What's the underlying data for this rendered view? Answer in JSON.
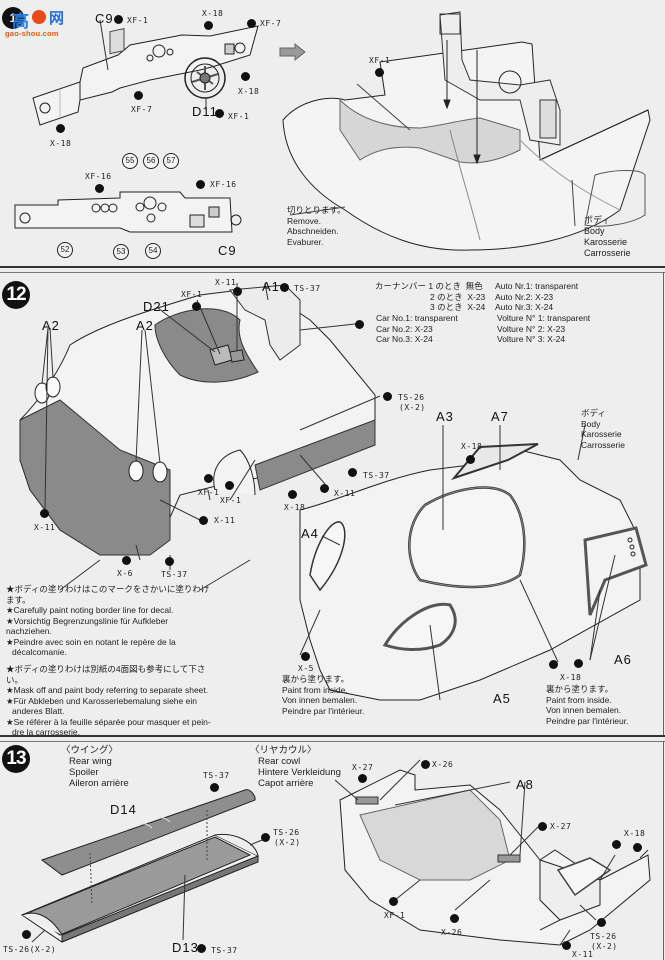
{
  "watermark": {
    "logo_prefix": "1",
    "logo_char_1": "高",
    "logo_char_3": "网",
    "url": "gao-shou.com",
    "brand_colors": {
      "blue": "#2a7de0",
      "orange": "#e05b1c"
    }
  },
  "section_top": {
    "part_labels": {
      "c9": "C9",
      "d11": "D11",
      "c9_bottom": "C9"
    },
    "paint_codes": {
      "c9_xf1": "XF-1",
      "x18_top": "X-18",
      "xf7_right": "XF-7",
      "xf7_left": "XF-7",
      "x18_right": "X-18",
      "d11_xf1": "XF-1",
      "x18_left": "X-18",
      "xf16_left": "XF-16",
      "xf16_right": "XF-16",
      "body_xf1": "XF-1"
    },
    "decal_numbers": [
      "55",
      "56",
      "57",
      "52",
      "53",
      "54"
    ],
    "remove_note": {
      "jp": "切りとります。",
      "en": "Remove.",
      "de": "Abschneiden.",
      "fr": "Evaburer."
    },
    "body_label": {
      "jp": "ボディ",
      "en": "Body",
      "de": "Karosserie",
      "fr": "Carrosserie"
    }
  },
  "step12": {
    "number": "12",
    "part_labels": {
      "a2_left": "A2",
      "a2_mid": "A2",
      "d21": "D21",
      "a1": "A1",
      "a3": "A3",
      "a7": "A7",
      "a4": "A4",
      "a5": "A5",
      "a6": "A6"
    },
    "paint_codes": {
      "x11_top": "X-11",
      "a1_ts37": "TS-37",
      "xf1_top": "XF-1",
      "ts26": "TS-26",
      "ts26_sub": "(X-2)",
      "ts37_side": "TS-37",
      "x11_side": "X-11",
      "x18_side": "X-18",
      "xf1_a": "XF-1",
      "xf1_b": "XF-1",
      "x11_front": "X-11",
      "x11_left": "X-11",
      "x6": "X-6",
      "ts37_front": "TS-37",
      "x18_a7": "X-18",
      "x5": "X-5",
      "x18_a6": "X-18"
    },
    "car_number_table": {
      "jp": [
        {
          "prefix": "カーナンバー",
          "num": "1 のとき",
          "color": "無色"
        },
        {
          "prefix": "",
          "num": "2 のとき",
          "color": "X-23"
        },
        {
          "prefix": "",
          "num": "3 のとき",
          "color": "X-24"
        }
      ],
      "de": [
        "Auto Nr.1: transparent",
        "Auto Nr.2: X-23",
        "Auto Nr.3: X-24"
      ],
      "en": [
        "Car No.1: transparent",
        "Car No.2: X-23",
        "Car No.3: X-24"
      ],
      "fr": [
        "Volture N° 1: transparent",
        "Volture N° 2: X-23",
        "Volture N° 3: X-24"
      ]
    },
    "body_label": {
      "jp": "ボディ",
      "en": "Body",
      "de": "Karosserie",
      "fr": "Carrosserie"
    },
    "notes_decal": [
      "★ボディの塗りわけはこのマークをさかいに塗りわけます。",
      "★Carefully paint noting border line for decal.",
      "★Vorsichtig Begrenzungslinie für Aufkleber nachziehen.",
      "★Peindre avec soin en notant le repère de la",
      "décalcomanie."
    ],
    "notes_mask": [
      "★ボディの塗りわけは別紙の4面図も参考にして下さい。",
      "★Mask off and paint body referring to separate sheet.",
      "★Für Abkleben und Karosseriebemalung siehe ein",
      "anderes Blatt.",
      "★Se référer à la feuille séparée pour masquer et pein-",
      "dre la carrosserie."
    ],
    "paint_inside_left": {
      "jp": "裏から塗ります。",
      "en": "Paint from inside.",
      "de": "Von innen bemalen.",
      "fr": "Peindre par l'intérieur."
    },
    "paint_inside_right": {
      "jp": "裏から塗ります。",
      "en": "Paint from inside.",
      "de": "Von innen bemalen.",
      "fr": "Peindre par l'intérieur."
    }
  },
  "step13": {
    "number": "13",
    "wing_title": {
      "jp": "〈ウイング〉",
      "en": "Rear wing",
      "de": "Spoiler",
      "fr": "Aileron arrière"
    },
    "cowl_title": {
      "jp": "〈リヤカウル〉",
      "en": "Rear cowl",
      "de": "Hintere Verkleidung",
      "fr": "Capot arrière"
    },
    "part_labels": {
      "d14": "D14",
      "d13": "D13",
      "a8": "A8"
    },
    "paint_codes": {
      "ts37_top": "TS-37",
      "ts26_right": "TS-26",
      "ts26_right_sub": "(X-2)",
      "ts26_left": "TS-26(X-2)",
      "d13_ts37": "TS-37",
      "x27_left": "X-27",
      "x26_top": "X-26",
      "x27_mid": "X-27",
      "x18": "X-18",
      "xf1": "XF-1",
      "x26_bottom": "X-26",
      "ts26_cowl": "TS-26",
      "ts26_cowl_sub": "(X-2)",
      "x11": "X-11"
    }
  }
}
